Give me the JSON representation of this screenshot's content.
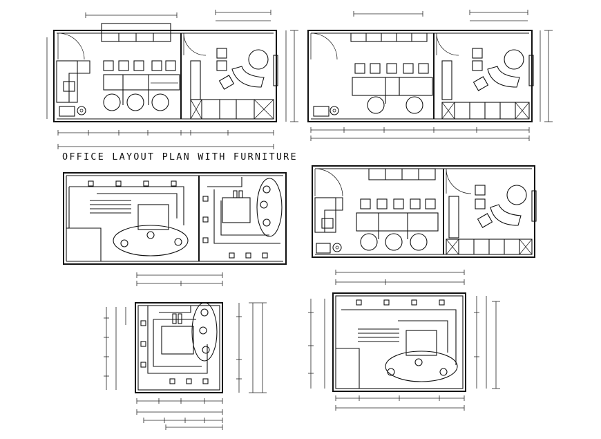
{
  "drawing": {
    "title": "OFFICE LAYOUT PLAN WITH FURNITURE",
    "line_color": "#111111",
    "background": "#ffffff",
    "views": [
      {
        "name": "furnished-plan-top-left"
      },
      {
        "name": "furnished-plan-top-right"
      },
      {
        "name": "ceiling-plan-middle-left"
      },
      {
        "name": "furnished-plan-middle-right"
      },
      {
        "name": "ceiling-plan-bottom-left"
      },
      {
        "name": "ceiling-plan-bottom-right"
      }
    ]
  }
}
